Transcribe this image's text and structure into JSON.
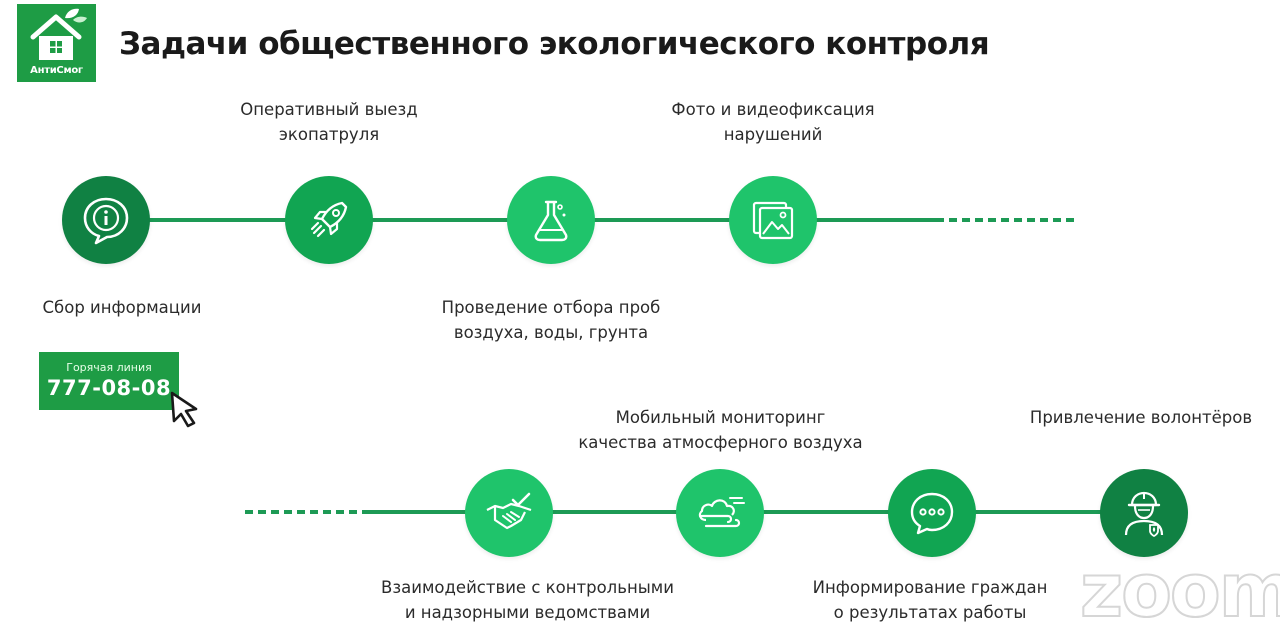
{
  "logo": {
    "text": "АнтиСмог"
  },
  "title": "Задачи общественного экологического контроля",
  "colors": {
    "primary_green": "#1e9c45",
    "dark_green": "#108143",
    "light_green": "#1fc46b",
    "line_green": "#1d9a55"
  },
  "top_row": [
    {
      "icon": "info-bubble-icon",
      "label_lines": [
        "Сбор информации"
      ],
      "label_position": "below"
    },
    {
      "icon": "rocket-icon",
      "label_lines": [
        "Оперативный выезд",
        "экопатруля"
      ],
      "label_position": "above"
    },
    {
      "icon": "flask-icon",
      "label_lines": [
        "Проведение отбора проб",
        "воздуха, воды, грунта"
      ],
      "label_position": "below"
    },
    {
      "icon": "photo-gallery-icon",
      "label_lines": [
        "Фото и видеофиксация",
        "нарушений"
      ],
      "label_position": "above"
    }
  ],
  "bottom_row": [
    {
      "icon": "handshake-icon",
      "label_lines": [
        "Взаимодействие с контрольными",
        "и надзорными ведомствами"
      ],
      "label_position": "below"
    },
    {
      "icon": "cloud-wind-icon",
      "label_lines": [
        "Мобильный мониторинг",
        "качества атмосферного воздуха"
      ],
      "label_position": "above"
    },
    {
      "icon": "chat-bubble-icon",
      "label_lines": [
        "Информирование граждан",
        "о результатах работы"
      ],
      "label_position": "below"
    },
    {
      "icon": "volunteer-icon",
      "label_lines": [
        "Привлечение волонтёров"
      ],
      "label_position": "above"
    }
  ],
  "hotline": {
    "caption": "Горячая линия",
    "number": "777-08-08"
  },
  "watermark": {
    "text": "zoom"
  }
}
